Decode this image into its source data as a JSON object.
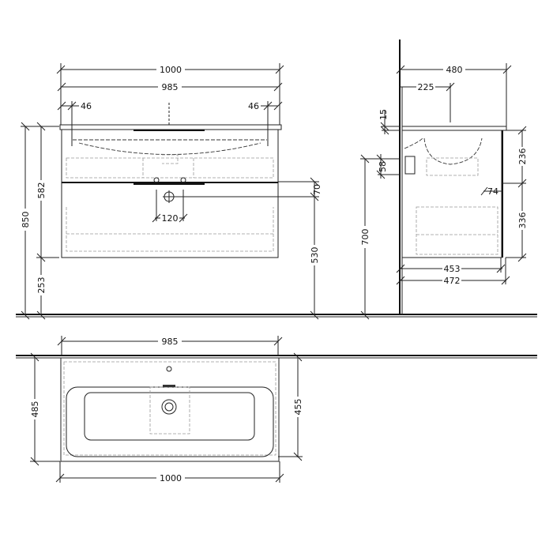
{
  "front_view": {
    "width_total": "1000",
    "width_cabinet": "985",
    "side_offset_left": "46",
    "side_offset_right": "46",
    "height_total": "850",
    "height_cabinet": "582",
    "height_floor_gap": "253",
    "tap_height": "530",
    "tap_offset": "70",
    "tap_spacing": "120"
  },
  "side_view": {
    "depth_top": "480",
    "basin_center": "225",
    "top_thickness": "15",
    "upper_drawer": "236",
    "lower_drawer": "336",
    "mount_bracket": "58",
    "mount_height": "700",
    "front_recess": "74",
    "depth_cabinet": "453",
    "depth_front": "472"
  },
  "plan_view": {
    "width_cabinet": "985",
    "width_top": "1000",
    "depth_top": "485",
    "depth_cabinet": "455"
  }
}
